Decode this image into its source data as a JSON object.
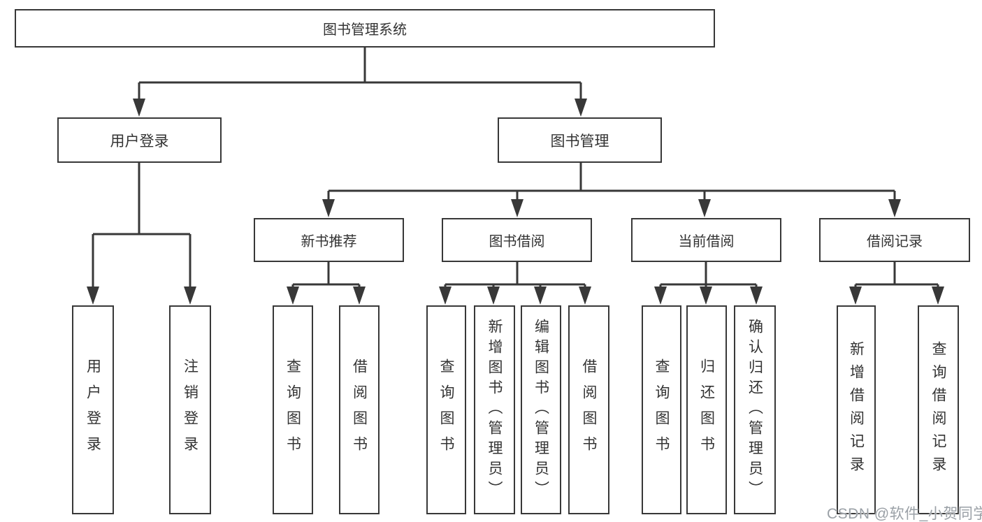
{
  "tree": {
    "label": "图书管理系统",
    "children": [
      {
        "label": "用户登录",
        "children": [
          {
            "label": "用户登录"
          },
          {
            "label": "注销登录"
          }
        ]
      },
      {
        "label": "图书管理",
        "children": [
          {
            "label": "新书推荐",
            "children": [
              {
                "label": "查询图书"
              },
              {
                "label": "借阅图书"
              }
            ]
          },
          {
            "label": "图书借阅",
            "children": [
              {
                "label": "查询图书"
              },
              {
                "label": "新增图书（管理员）"
              },
              {
                "label": "编辑图书（管理员）"
              },
              {
                "label": "借阅图书"
              }
            ]
          },
          {
            "label": "当前借阅",
            "children": [
              {
                "label": "查询图书"
              },
              {
                "label": "归还图书"
              },
              {
                "label": "确认归还（管理员）"
              }
            ]
          },
          {
            "label": "借阅记录",
            "children": [
              {
                "label": "新增借阅记录"
              },
              {
                "label": "查询借阅记录"
              }
            ]
          }
        ]
      }
    ]
  },
  "watermark": "CSDN @软件_小贺同学",
  "colors": {
    "line": "#383838",
    "text": "#333333",
    "watermark": "#9aa0a6",
    "background": "#ffffff"
  }
}
